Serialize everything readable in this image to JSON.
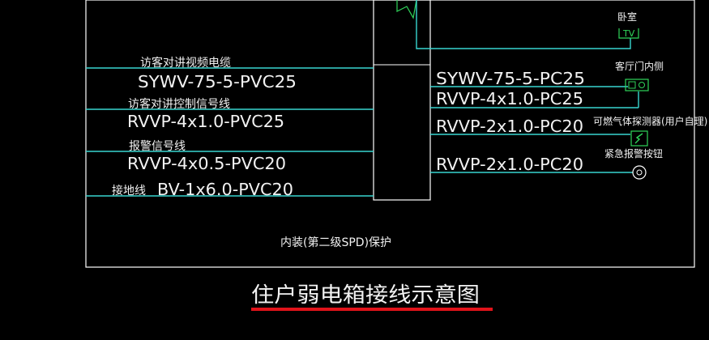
{
  "left_cables": [
    {
      "label": "访客对讲视频电缆",
      "spec": "SYWV-75-5-PVC25"
    },
    {
      "label": "访客对讲控制信号线",
      "spec": "RVVP-4x1.0-PVC25"
    },
    {
      "label": "报警信号线",
      "spec": "RVVP-4x0.5-PVC20"
    },
    {
      "label": "接地线",
      "spec": "BV-1x6.0-PVC20"
    }
  ],
  "right_cables": [
    {
      "spec": "SYWV-75-5-PC25"
    },
    {
      "spec": "RVVP-4x1.0-PC25"
    },
    {
      "spec": "RVVP-2x1.0-PC20"
    },
    {
      "spec": "RVVP-2x1.0-PC20"
    }
  ],
  "devices": {
    "bedroom": {
      "label": "卧室",
      "tv": "TV"
    },
    "door_intercom": {
      "label": "客厅门内侧"
    },
    "gas_detector": {
      "label": "可燃气体探测器(用户自理)"
    },
    "panic_button": {
      "label": "紧急报警按钮"
    }
  },
  "box_note": "内装(第二级SPD)保护",
  "title": "住户弱电箱接线示意图",
  "colors": {
    "line": "#38d6cf",
    "frame": "#ffffff",
    "device": "#2fd45a",
    "title_underline": "#e1131a"
  }
}
